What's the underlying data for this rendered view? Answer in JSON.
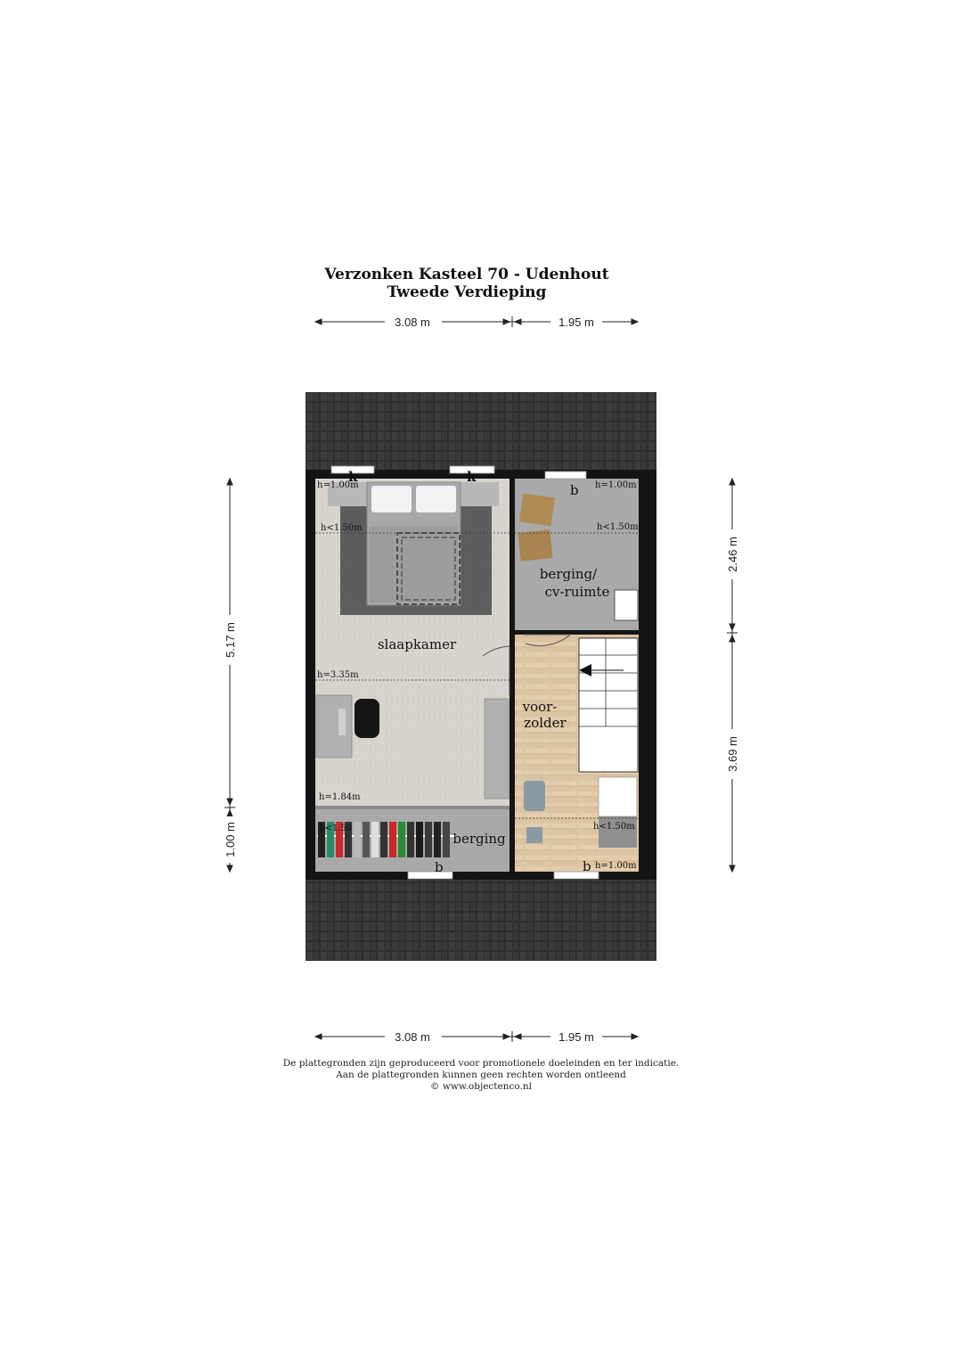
{
  "header": {
    "address": "Verzonken Kasteel 70 - Udenhout",
    "floor": "Tweede Verdieping"
  },
  "dimensions": {
    "top_left": "3.08 m",
    "top_right": "1.95 m",
    "bottom_left": "3.08 m",
    "bottom_right": "1.95 m",
    "left_upper": "5.17 m",
    "left_lower": "1.00 m",
    "right_upper": "2.46 m",
    "right_lower": "3.69 m"
  },
  "rooms": {
    "slaapkamer": "slaapkamer",
    "berging_cv_line1": "berging/",
    "berging_cv_line2": "cv-ruimte",
    "voorzolder_line1": "voor-",
    "voorzolder_line2": "zolder",
    "berging": "berging"
  },
  "heights": {
    "h1": "h=1.00m",
    "h2": "h<1.50m",
    "h3": "h=3.35m",
    "h4": "h=1.84m",
    "h5": "h<1.50",
    "h6": "h=1.00m",
    "h7": "h<1.50m",
    "h8": "h<1.50m",
    "h9": "h=1.00m"
  },
  "markers": {
    "k1": "k",
    "k2": "k",
    "b1": "b",
    "b2": "b",
    "b3": "b"
  },
  "footer": {
    "line1": "De plattegronden zijn geproduceerd voor promotionele doeleinden en ter indicatie.",
    "line2": "Aan de plattegronden kunnen geen rechten worden ontleend",
    "line3": "© www.objectenco.nl"
  }
}
